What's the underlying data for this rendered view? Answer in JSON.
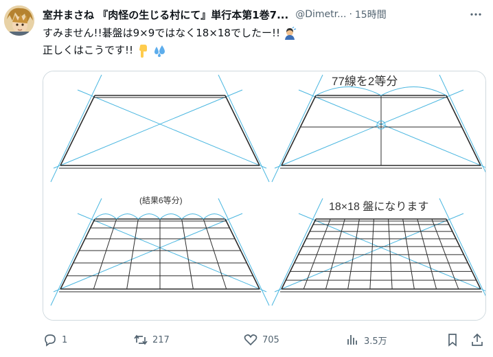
{
  "tweet": {
    "display_name": "室井まさね 『肉怪の生じる村にて』単行本第1巻7...",
    "handle": "@Dimetr...",
    "separator": "·",
    "time": "15時間",
    "text_line1": "すみません!!碁盤は9×9ではなく18×18でしたー!!",
    "text_line2": "正しくはこうです!!"
  },
  "image": {
    "annotation_top_right": "77線を2等分",
    "annotation_bottom_left": "(結果6等分)",
    "annotation_bottom_right": "18×18 盤になります",
    "line_color": "#2b2b2b",
    "guide_color": "#49b6e0"
  },
  "actions": {
    "reply_count": "1",
    "retweet_count": "217",
    "like_count": "705",
    "view_count": "3.5万"
  },
  "icons": {
    "reply": "reply-icon",
    "retweet": "retweet-icon",
    "like": "like-icon",
    "views": "views-icon",
    "bookmark": "bookmark-icon",
    "share": "share-icon",
    "more": "more-icon"
  }
}
